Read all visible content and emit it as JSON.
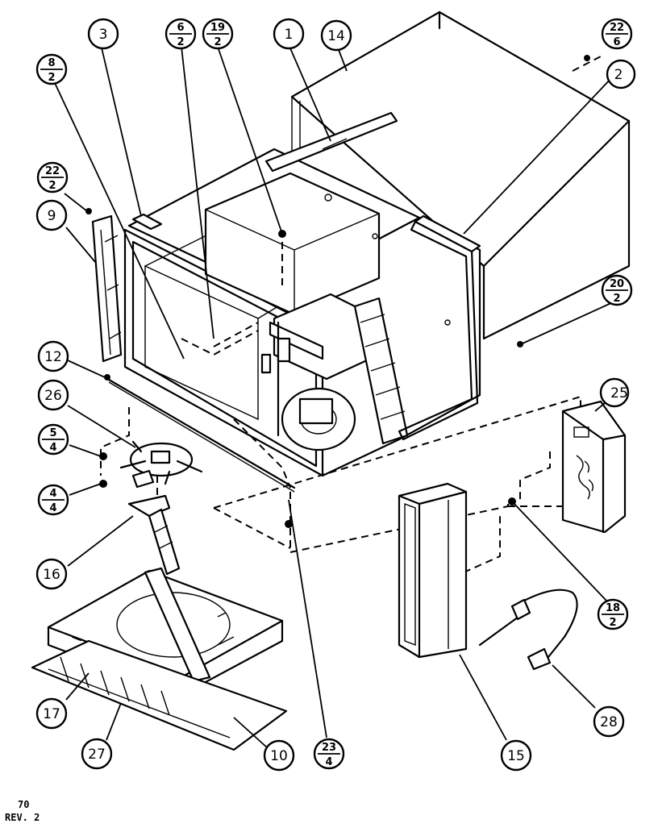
{
  "callouts": {
    "c3": "3",
    "c6": {
      "top": "6",
      "bottom": "2"
    },
    "c19": {
      "top": "19",
      "bottom": "2"
    },
    "c1": "1",
    "c14": "14",
    "c22a": {
      "top": "22",
      "bottom": "6"
    },
    "c2": "2",
    "c8": {
      "top": "8",
      "bottom": "2"
    },
    "c22b": {
      "top": "22",
      "bottom": "2"
    },
    "c9": "9",
    "c20": {
      "top": "20",
      "bottom": "2"
    },
    "c12": "12",
    "c26": "26",
    "c5": {
      "top": "5",
      "bottom": "4"
    },
    "c4": {
      "top": "4",
      "bottom": "4"
    },
    "c25": "25",
    "c16": "16",
    "c18": {
      "top": "18",
      "bottom": "2"
    },
    "c17": "17",
    "c28": "28",
    "c27": "27",
    "c10": "10",
    "c23": {
      "top": "23",
      "bottom": "4"
    },
    "c15": "15"
  },
  "footer": {
    "line1": "70",
    "line2": "REV. 2"
  }
}
